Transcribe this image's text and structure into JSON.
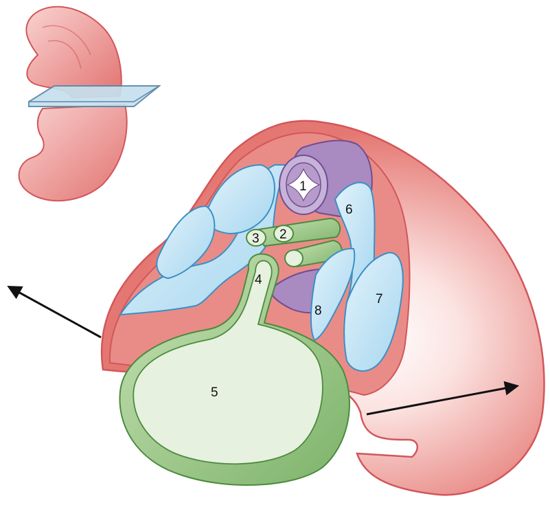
{
  "labels": {
    "l1": "1",
    "l2": "2",
    "l3": "3",
    "l4": "4",
    "l5": "5",
    "l6": "6",
    "l7": "7",
    "l8": "8"
  },
  "colors": {
    "outline_red": "#d2565a",
    "wall_light": "#fbe9e8",
    "wall_mid": "#f2a9a6",
    "wall_dark": "#e06f6c",
    "blue_fill": "#bfe4f6",
    "blue_edge": "#3b8fc4",
    "purple_fill": "#b79ccb",
    "purple_edge": "#6f4d90",
    "green_fill": "#9fc98c",
    "green_light": "#e7f1df",
    "green_edge": "#4c8a3e",
    "plane_fill": "#c6e0ee",
    "plane_edge": "#5b88a8",
    "arrow": "#111111"
  }
}
